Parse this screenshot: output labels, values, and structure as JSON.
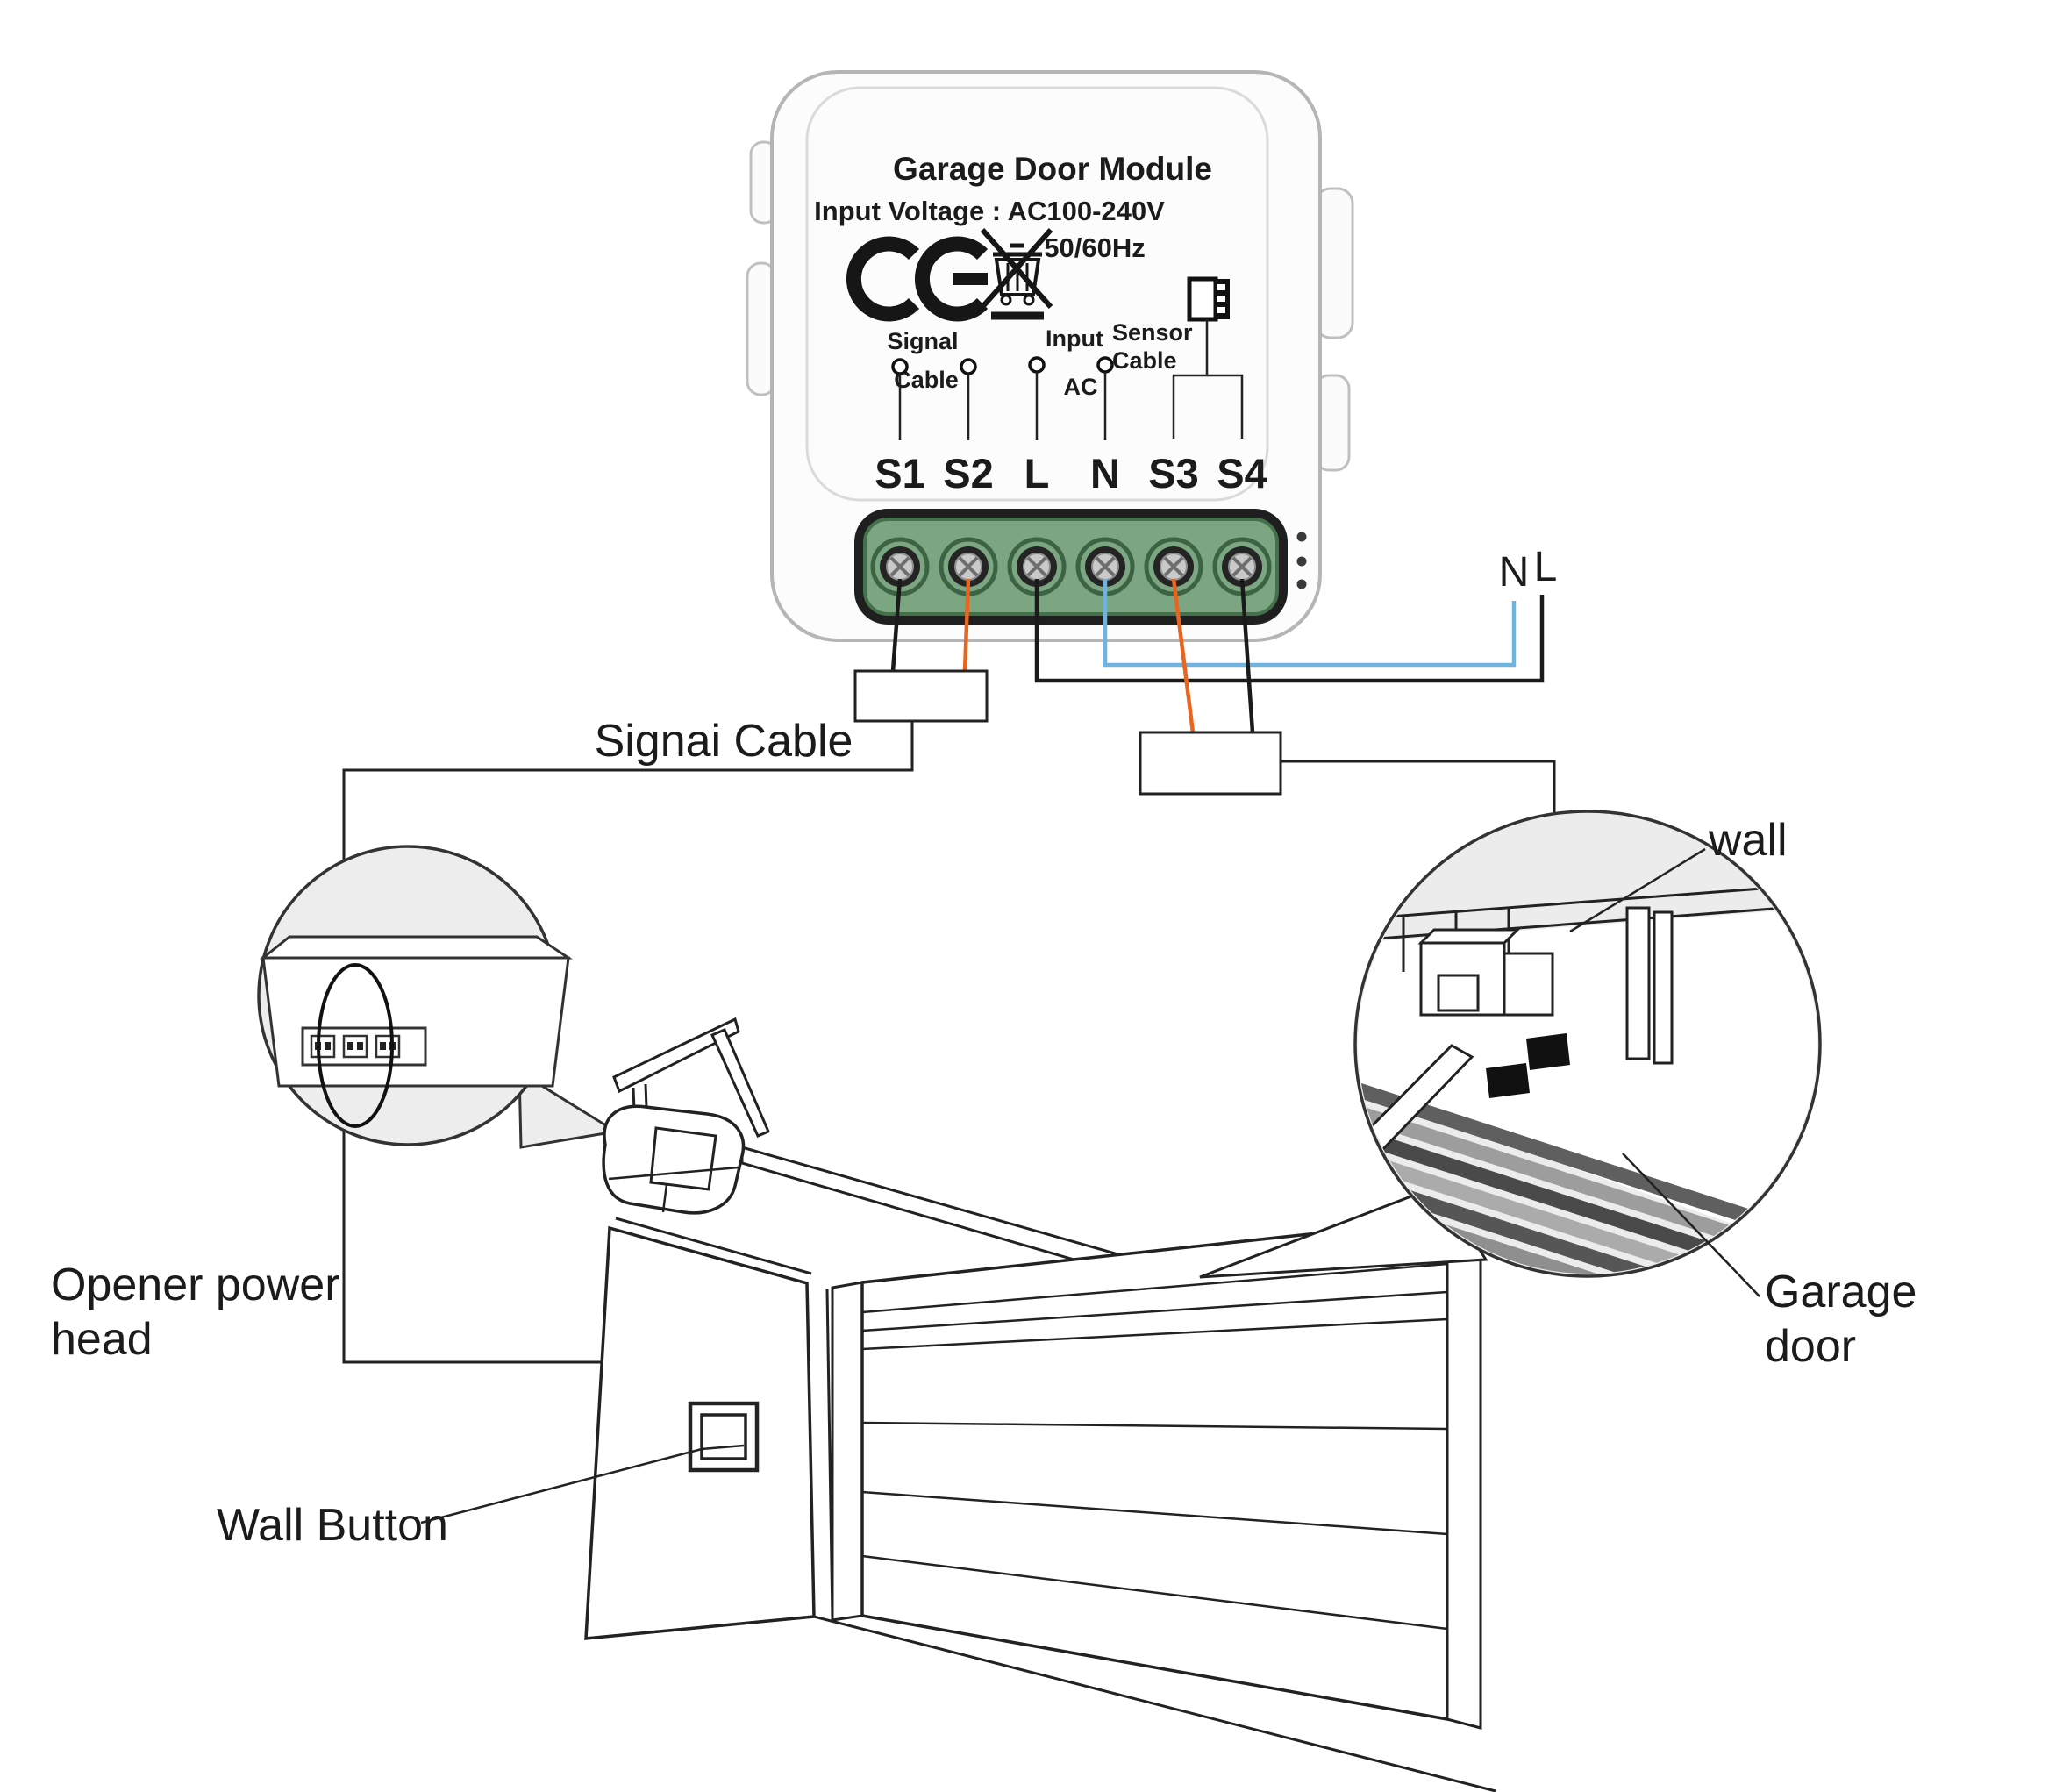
{
  "module": {
    "title": "Garage Door Module",
    "voltage": "Input Voltage : AC100-240V",
    "frequency": "50/60Hz",
    "ce_mark": "CE",
    "weee_icon": "crossed-out-wheeled-bin",
    "signal_line1": "Signal",
    "signal_line2": "Cable",
    "input_line1": "Input",
    "input_line2": "AC",
    "sensor_line1": "Sensor",
    "sensor_line2": "Cable",
    "terminals": [
      "S1",
      "S2",
      "L",
      "N",
      "S3",
      "S4"
    ]
  },
  "wiring": {
    "signal_cable_label": "Signai Cable",
    "neutral_label": "N",
    "live_label": "L",
    "wire_colors": {
      "signal_black": "#1a1a1a",
      "signal_orange": "#e8641f",
      "neutral_blue": "#6fb3e0"
    }
  },
  "labels": {
    "opener_line1": "Opener power",
    "opener_line2": "head",
    "wall_button": "Wall Button",
    "wall": "wall",
    "garage_line1": "Garage",
    "garage_line2": "door"
  },
  "colors": {
    "terminal_green": "#7ca581",
    "terminal_green_dark": "#44704b",
    "recess_dark": "#1f1f1f",
    "callout_gray": "#ededed"
  }
}
